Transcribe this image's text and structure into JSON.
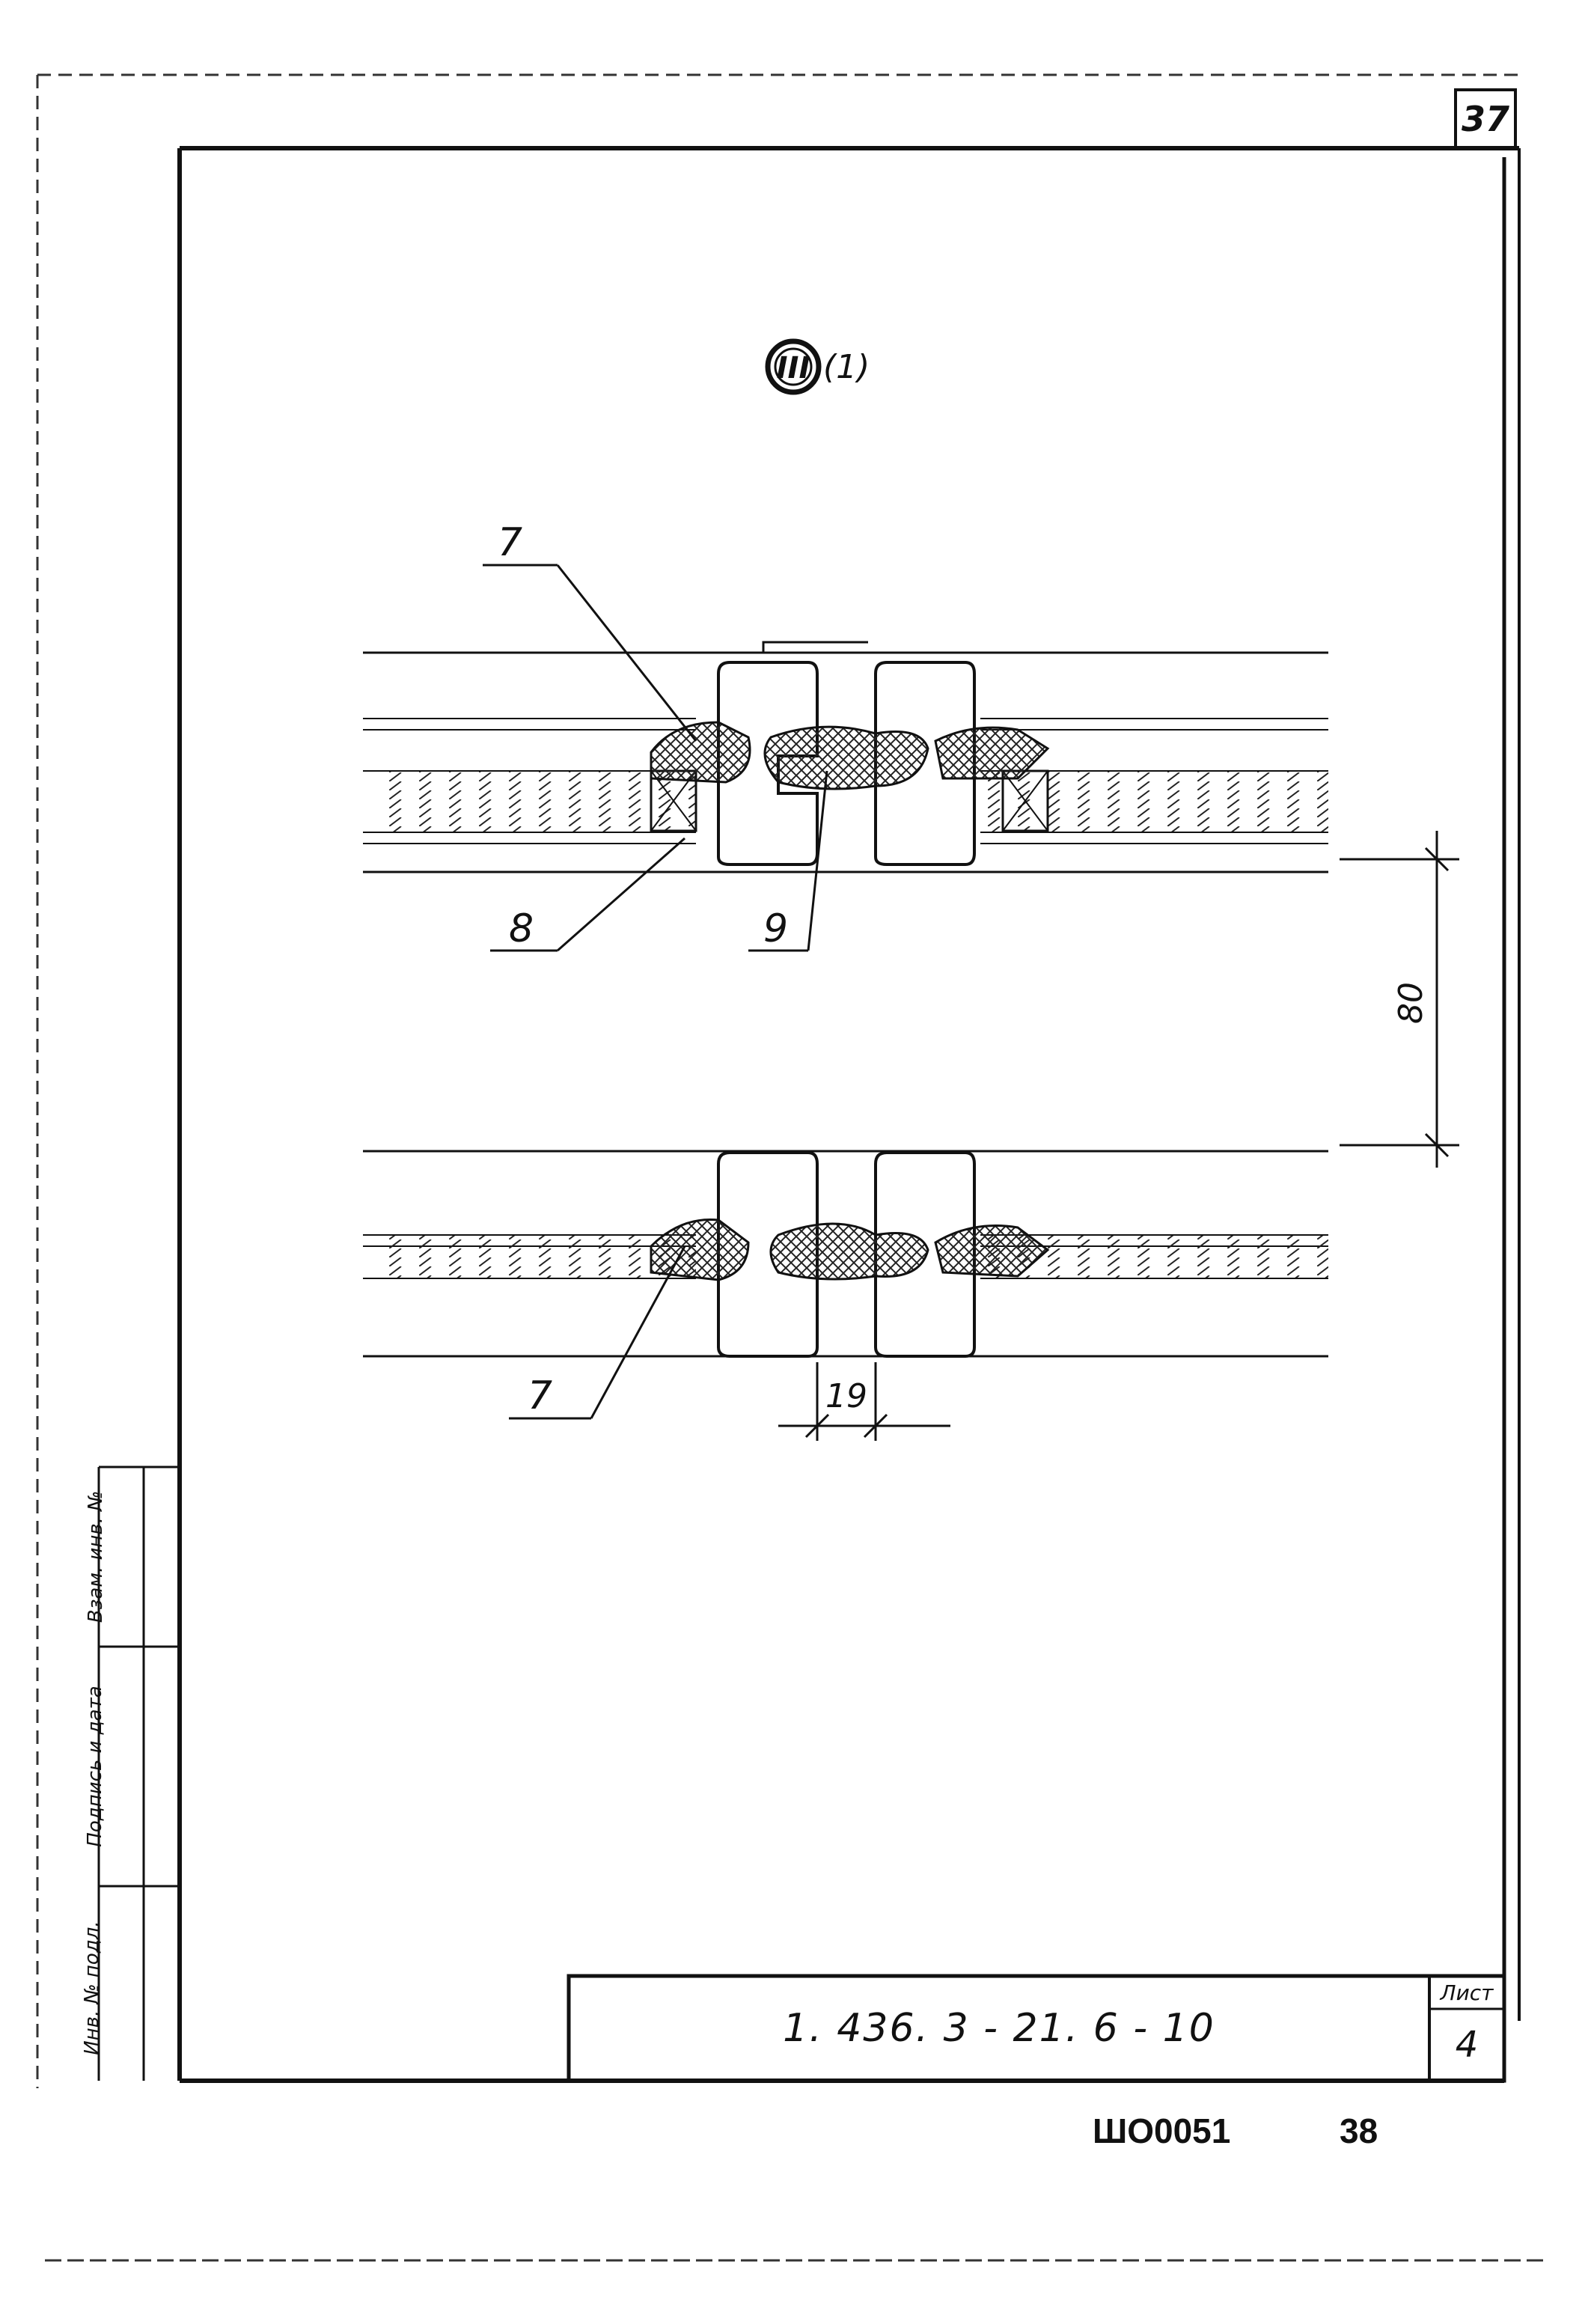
{
  "sheet": {
    "corner_number": "37",
    "section_marker": "III",
    "section_note": "(1)",
    "callouts": [
      "7",
      "8",
      "9",
      "7"
    ],
    "dimensions": {
      "gap": "80",
      "joint": "19"
    },
    "stamp": {
      "code": "1. 436. 3 - 21. 6 - 10",
      "sheet_label": "Лист",
      "sheet_number": "4"
    },
    "archive_code": "ШО0051",
    "archive_number": "38",
    "side_stamp": [
      "Инв. № подл.",
      "Подпись и дата",
      "Взам. инв. №"
    ]
  },
  "colors": {
    "ink": "#111111",
    "hatch": "#333333",
    "paper": "#ffffff"
  }
}
